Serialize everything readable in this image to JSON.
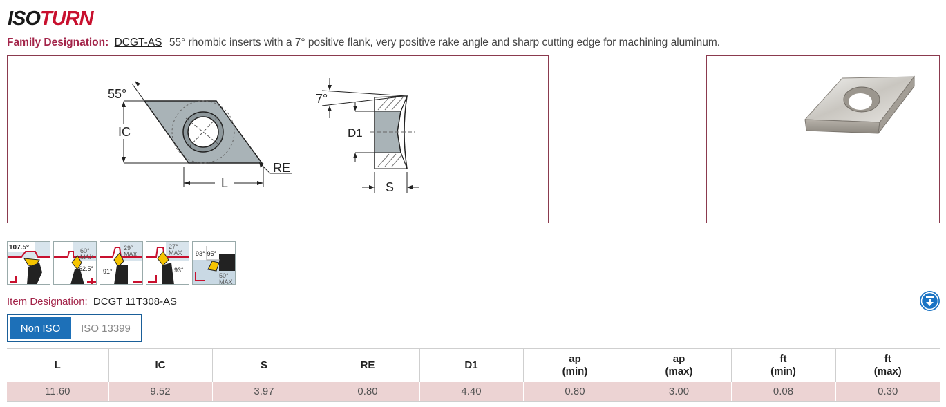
{
  "brand": {
    "part1": "ISO",
    "part2": "TURN"
  },
  "family": {
    "label": "Family Designation:",
    "code": "DCGT-AS",
    "description": "55° rhombic inserts with a 7° positive flank, very positive rake angle and sharp cutting edge for machining aluminum."
  },
  "diagram": {
    "angle_55": "55°",
    "ic": "IC",
    "re": "RE",
    "l": "L",
    "angle_7": "7°",
    "d1": "D1",
    "s": "S"
  },
  "applications": [
    {
      "angle": "107.5°",
      "extra": ""
    },
    {
      "angle": "60°",
      "extra_top": "MAX",
      "extra": "62.5°"
    },
    {
      "angle": "29°",
      "extra_top": "MAX",
      "extra": "91°"
    },
    {
      "angle": "27°",
      "extra_top": "MAX",
      "extra": "93°"
    },
    {
      "angle": "93°-95°",
      "extra_top": "50°",
      "extra": "MAX"
    }
  ],
  "item": {
    "label": "Item Designation:",
    "value": "DCGT 11T308-AS"
  },
  "standard_toggle": {
    "options": [
      "Non ISO",
      "ISO 13399"
    ],
    "selected": "Non ISO"
  },
  "table": {
    "headers": [
      [
        "L",
        ""
      ],
      [
        "IC",
        ""
      ],
      [
        "S",
        ""
      ],
      [
        "RE",
        ""
      ],
      [
        "D1",
        ""
      ],
      [
        "ap",
        "(min)"
      ],
      [
        "ap",
        "(max)"
      ],
      [
        "ft",
        "(min)"
      ],
      [
        "ft",
        "(max)"
      ]
    ],
    "row": [
      "11.60",
      "9.52",
      "3.97",
      "0.80",
      "4.40",
      "0.80",
      "3.00",
      "0.08",
      "0.30"
    ]
  },
  "colors": {
    "accent": "#a3254a",
    "blue": "#1d70b8",
    "row_bg": "#ecd3d3",
    "border": "#8b3a4e"
  }
}
